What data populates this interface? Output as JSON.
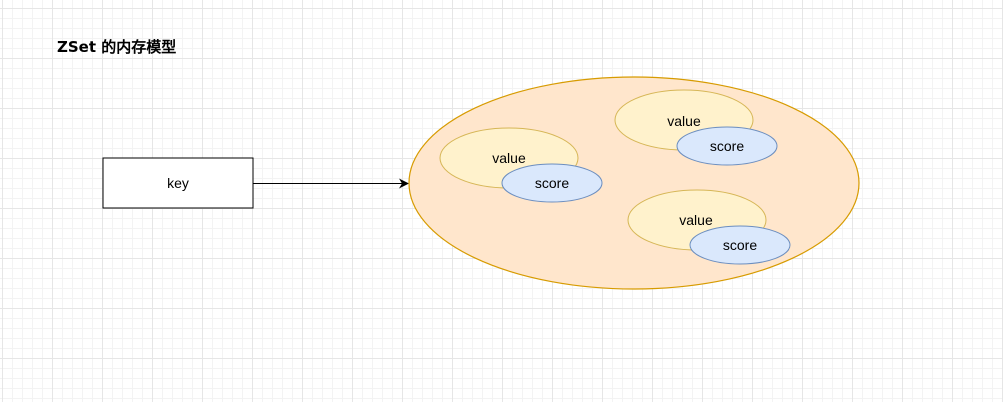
{
  "title": "ZSet 的内存模型",
  "key_box": {
    "label": "key"
  },
  "container": {
    "fill": "#ffe6cc",
    "stroke": "#d79b00"
  },
  "members": [
    {
      "value_label": "value",
      "score_label": "score"
    },
    {
      "value_label": "value",
      "score_label": "score"
    },
    {
      "value_label": "value",
      "score_label": "score"
    }
  ],
  "colors": {
    "value_fill": "#fff2cc",
    "value_stroke": "#d6b656",
    "score_fill": "#dae8fc",
    "score_stroke": "#6c8ebf"
  }
}
